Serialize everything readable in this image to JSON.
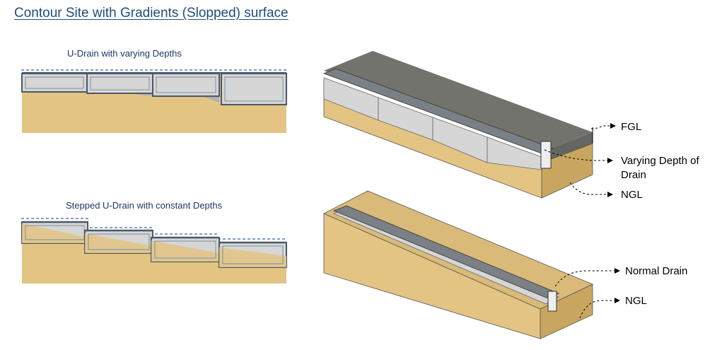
{
  "page": {
    "title": "Contour Site with Gradients (Slopped) surface"
  },
  "diagrams": {
    "top_left": {
      "caption": "U-Drain with varying Depths"
    },
    "bottom_left": {
      "caption": "Stepped U-Drain with constant Depths"
    },
    "top_right": {
      "labels": {
        "fgl": "FGL",
        "varying_1": "Varying Depth of",
        "varying_2": "Drain",
        "ngl": "NGL"
      }
    },
    "bottom_right": {
      "labels": {
        "normal": "Normal Drain",
        "ngl": "NGL"
      }
    }
  },
  "colors": {
    "soil": "#e3c483",
    "soil_dark": "#c9a660",
    "concrete": "#d6d6d6",
    "concrete_dark": "#a9a9a9",
    "drain_edge": "#4a5868",
    "fgl_fill": "#5a5a55",
    "dashed_line": "#3a5fa8",
    "title": "#1f4e79"
  }
}
